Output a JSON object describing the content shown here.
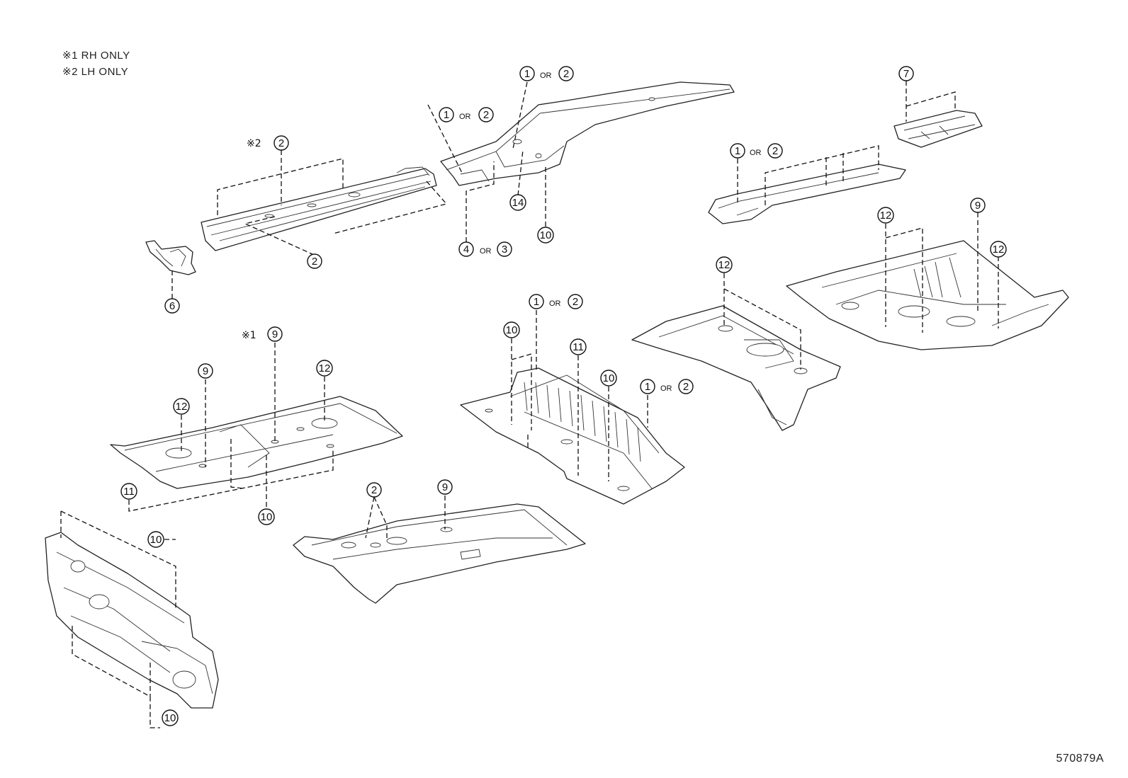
{
  "notes": {
    "note1": "※1 RH ONLY",
    "note2": "※2 LH ONLY"
  },
  "marks": {
    "rh": "※1",
    "lh": "※2"
  },
  "or_label": "OR",
  "reference_code": "570879A",
  "callouts": {
    "p1": "1",
    "p2": "2",
    "p3": "3",
    "p4": "4",
    "p6": "6",
    "p7": "7",
    "p9": "9",
    "p10": "10",
    "p11": "11",
    "p12": "12",
    "p14": "14"
  }
}
